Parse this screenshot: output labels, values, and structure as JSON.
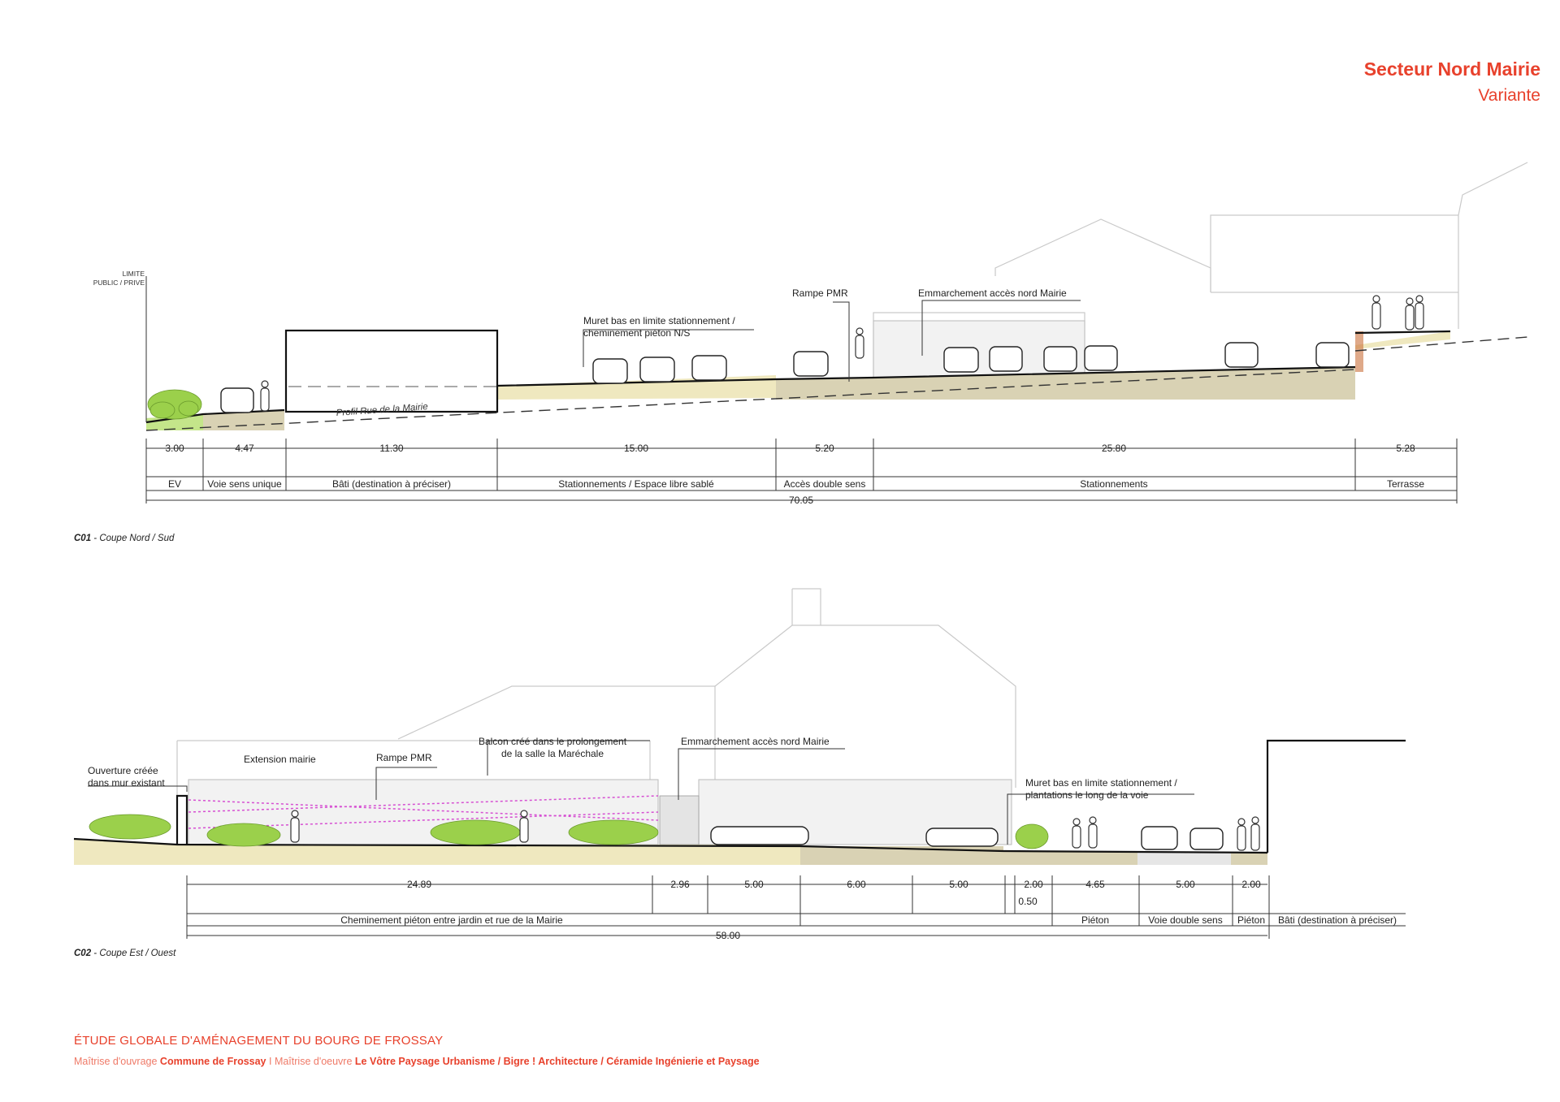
{
  "header": {
    "title": "Secteur Nord Mairie",
    "subtitle": "Variante"
  },
  "section1": {
    "caption_code": "C01",
    "caption_text": " - Coupe Nord / Sud",
    "limit_line1": "LIMITE",
    "limit_line2": "PUBLIC / PRIVE",
    "profile_label": "Profil Rue de la Mairie",
    "notes": {
      "muret_l1": "Muret bas en limite stationnement /",
      "muret_l2": "cheminement piéton N/S",
      "rampe": "Rampe PMR",
      "emmarchement": "Emmarchement accès nord Mairie"
    },
    "dimensions": [
      "3.00",
      "4.47",
      "11.30",
      "15.00",
      "5.20",
      "25.80",
      "5.28"
    ],
    "zones": [
      "EV",
      "Voie sens unique",
      "Bâti (destination à préciser)",
      "Stationnements / Espace libre sablé",
      "Accès double sens",
      "Stationnements",
      "Terrasse"
    ],
    "total": "70.05"
  },
  "section2": {
    "caption_code": "C02",
    "caption_text": " - Coupe Est / Ouest",
    "notes": {
      "ouverture_l1": "Ouverture créée",
      "ouverture_l2": "dans mur existant",
      "extension": "Extension mairie",
      "rampe": "Rampe PMR",
      "balcon_l1": "Balcon créé dans le prolongement",
      "balcon_l2": "de la salle la Maréchale",
      "emmarchement": "Emmarchement accès nord Mairie",
      "muret_l1": "Muret bas en limite stationnement /",
      "muret_l2": "plantations le long de la voie"
    },
    "dimensions": [
      "24.89",
      "2.96",
      "5.00",
      "6.00",
      "5.00",
      "2.00",
      "4.65",
      "5.00",
      "2.00"
    ],
    "small_dim": "0.50",
    "zones": [
      "Cheminement piéton entre jardin et rue de la Mairie",
      "Piéton",
      "Voie double sens",
      "Piéton",
      "Bâti (destination à préciser)"
    ],
    "total": "58.00"
  },
  "footer": {
    "title": "ÉTUDE GLOBALE D'AMÉNAGEMENT DU BOURG DE FROSSAY",
    "mo_label": "Maîtrise d'ouvrage ",
    "mo_name": "Commune de Frossay",
    "sep": "  I  ",
    "moe_label": "Maîtrise d'oeuvre ",
    "moe_name": "Le Vôtre Paysage Urbanisme  /  Bigre ! Architecture  /  Céramide Ingénierie et Paysage"
  },
  "colors": {
    "accent": "#e8412c",
    "sand": "#efe8bf",
    "earth": "#d9d2b4",
    "vegetation": "#9bd04b",
    "pmr": "#d64fd2"
  }
}
